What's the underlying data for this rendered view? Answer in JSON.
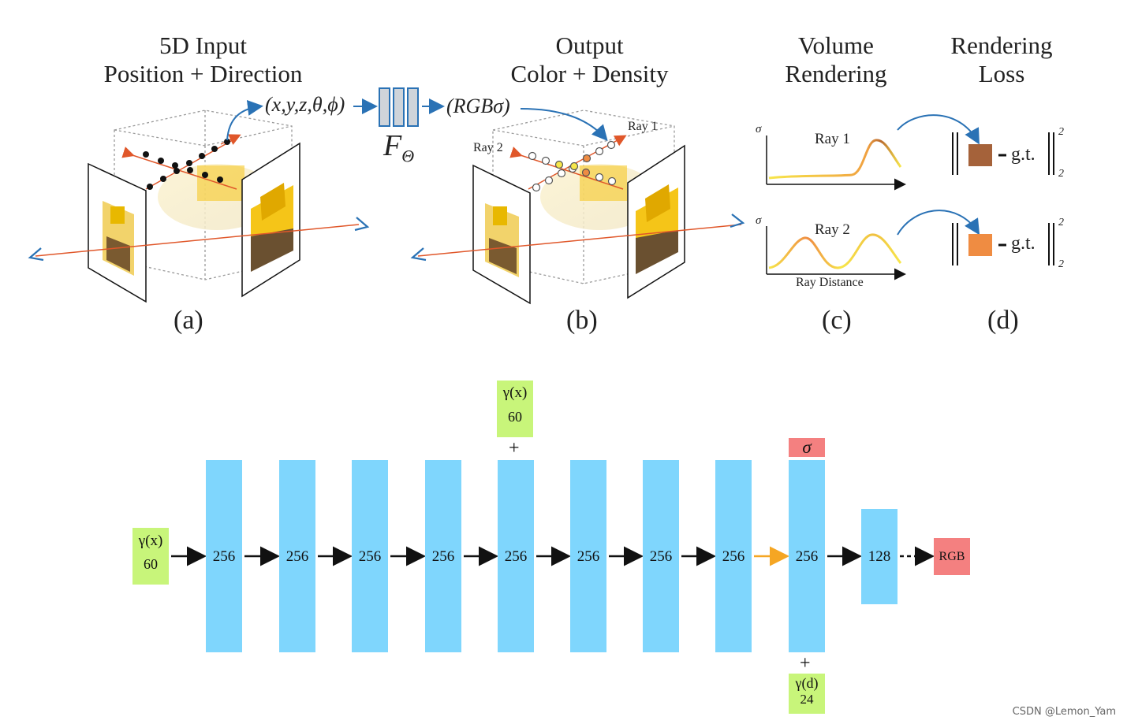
{
  "titles": {
    "input": [
      "5D Input",
      "Position + Direction"
    ],
    "output": [
      "Output",
      "Color + Density"
    ],
    "volume": [
      "Volume",
      "Rendering"
    ],
    "loss": [
      "Rendering",
      "Loss"
    ]
  },
  "panel_labels": [
    "(a)",
    "(b)",
    "(c)",
    "(d)"
  ],
  "math": {
    "input_tuple": "(x,y,z,θ,ϕ)",
    "output_tuple": "(RGBσ)",
    "network": "F",
    "network_sub": "Θ"
  },
  "rays": {
    "ray1": "Ray 1",
    "ray2": "Ray 2",
    "axis_label": "Ray Distance",
    "sigma": "σ"
  },
  "loss": {
    "gt": "g.t.",
    "sup": "2",
    "sub": "2",
    "color_ray1": "#a5623a",
    "color_ray2": "#ef8c42"
  },
  "network": {
    "blocks": [
      "256",
      "256",
      "256",
      "256",
      "256",
      "256",
      "256",
      "256",
      "256",
      "128"
    ],
    "input_gamma_x": "γ(x)",
    "input_dim": "60",
    "skip_gamma_x": "γ(x)",
    "skip_dim": "60",
    "skip_plus": "+",
    "sigma_output": "σ",
    "dir_plus": "+",
    "dir_gamma_d": "γ(d)",
    "dir_dim": "24",
    "rgb_output": "RGB",
    "block_color": "#7fd6fd",
    "input_color": "#c8f57a",
    "output_color": "#f48080",
    "orange_arrow_color": "#f5a623"
  },
  "watermark": "CSDN @Lemon_Yam"
}
